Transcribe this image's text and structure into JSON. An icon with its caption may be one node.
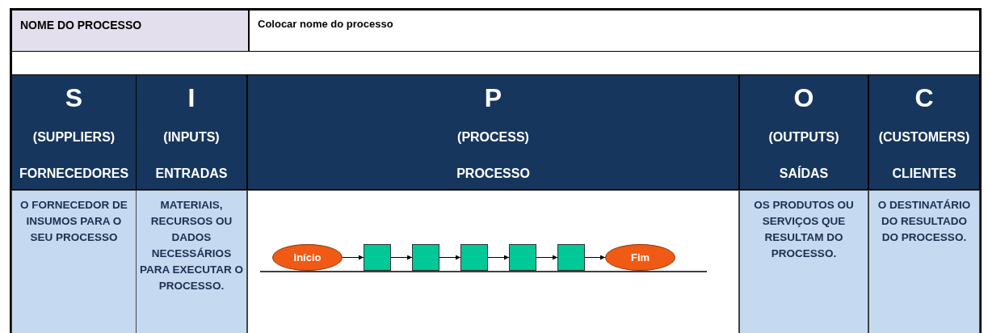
{
  "diagram": {
    "nodes": [
      {
        "text": [
          "Início"
        ]
      },
      {
        "text": [],
        "shape": "box"
      },
      {
        "text": [],
        "shape": "box"
      },
      {
        "text": [],
        "shape": "box"
      },
      {
        "text": [],
        "shape": "box"
      },
      {
        "text": [],
        "shape": "box"
      },
      {
        "text": [
          "Fim"
        ]
      }
    ],
    "edges": [
      {
        "from": 0,
        "to": 1,
        "arrow": "to"
      },
      {
        "from": 1,
        "to": 2,
        "arrow": "to"
      },
      {
        "from": 2,
        "to": 3,
        "arrow": "to"
      },
      {
        "from": 3,
        "to": 4,
        "arrow": "to"
      },
      {
        "from": 4,
        "to": 5,
        "arrow": "to"
      },
      {
        "from": 5,
        "to": 6,
        "arrow": "to"
      }
    ],
    "labels": [
      "NOME DO PROCESSO",
      "Colocar nome do processo",
      "S",
      "(SUPPLIERS)",
      "FORNECEDORES",
      "I",
      "(INPUTS)",
      "ENTRADAS",
      "P",
      "(PROCESS)",
      "PROCESSO",
      "O",
      "(OUTPUTS)",
      "SAÍDAS",
      "C",
      "(CUSTOMERS)",
      "CLIENTES",
      "O FORNECEDOR DE INSUMOS PARA O SEU PROCESSO",
      "MATERIAIS, RECURSOS OU DADOS NECESSÁRIOS PARA EXECUTAR O PROCESSO.",
      "OS PRODUTOS OU SERVIÇOS QUE RESULTAM DO PROCESSO.",
      "O DESTINATÁRIO DO RESULTADO DO PROCESSO."
    ]
  }
}
